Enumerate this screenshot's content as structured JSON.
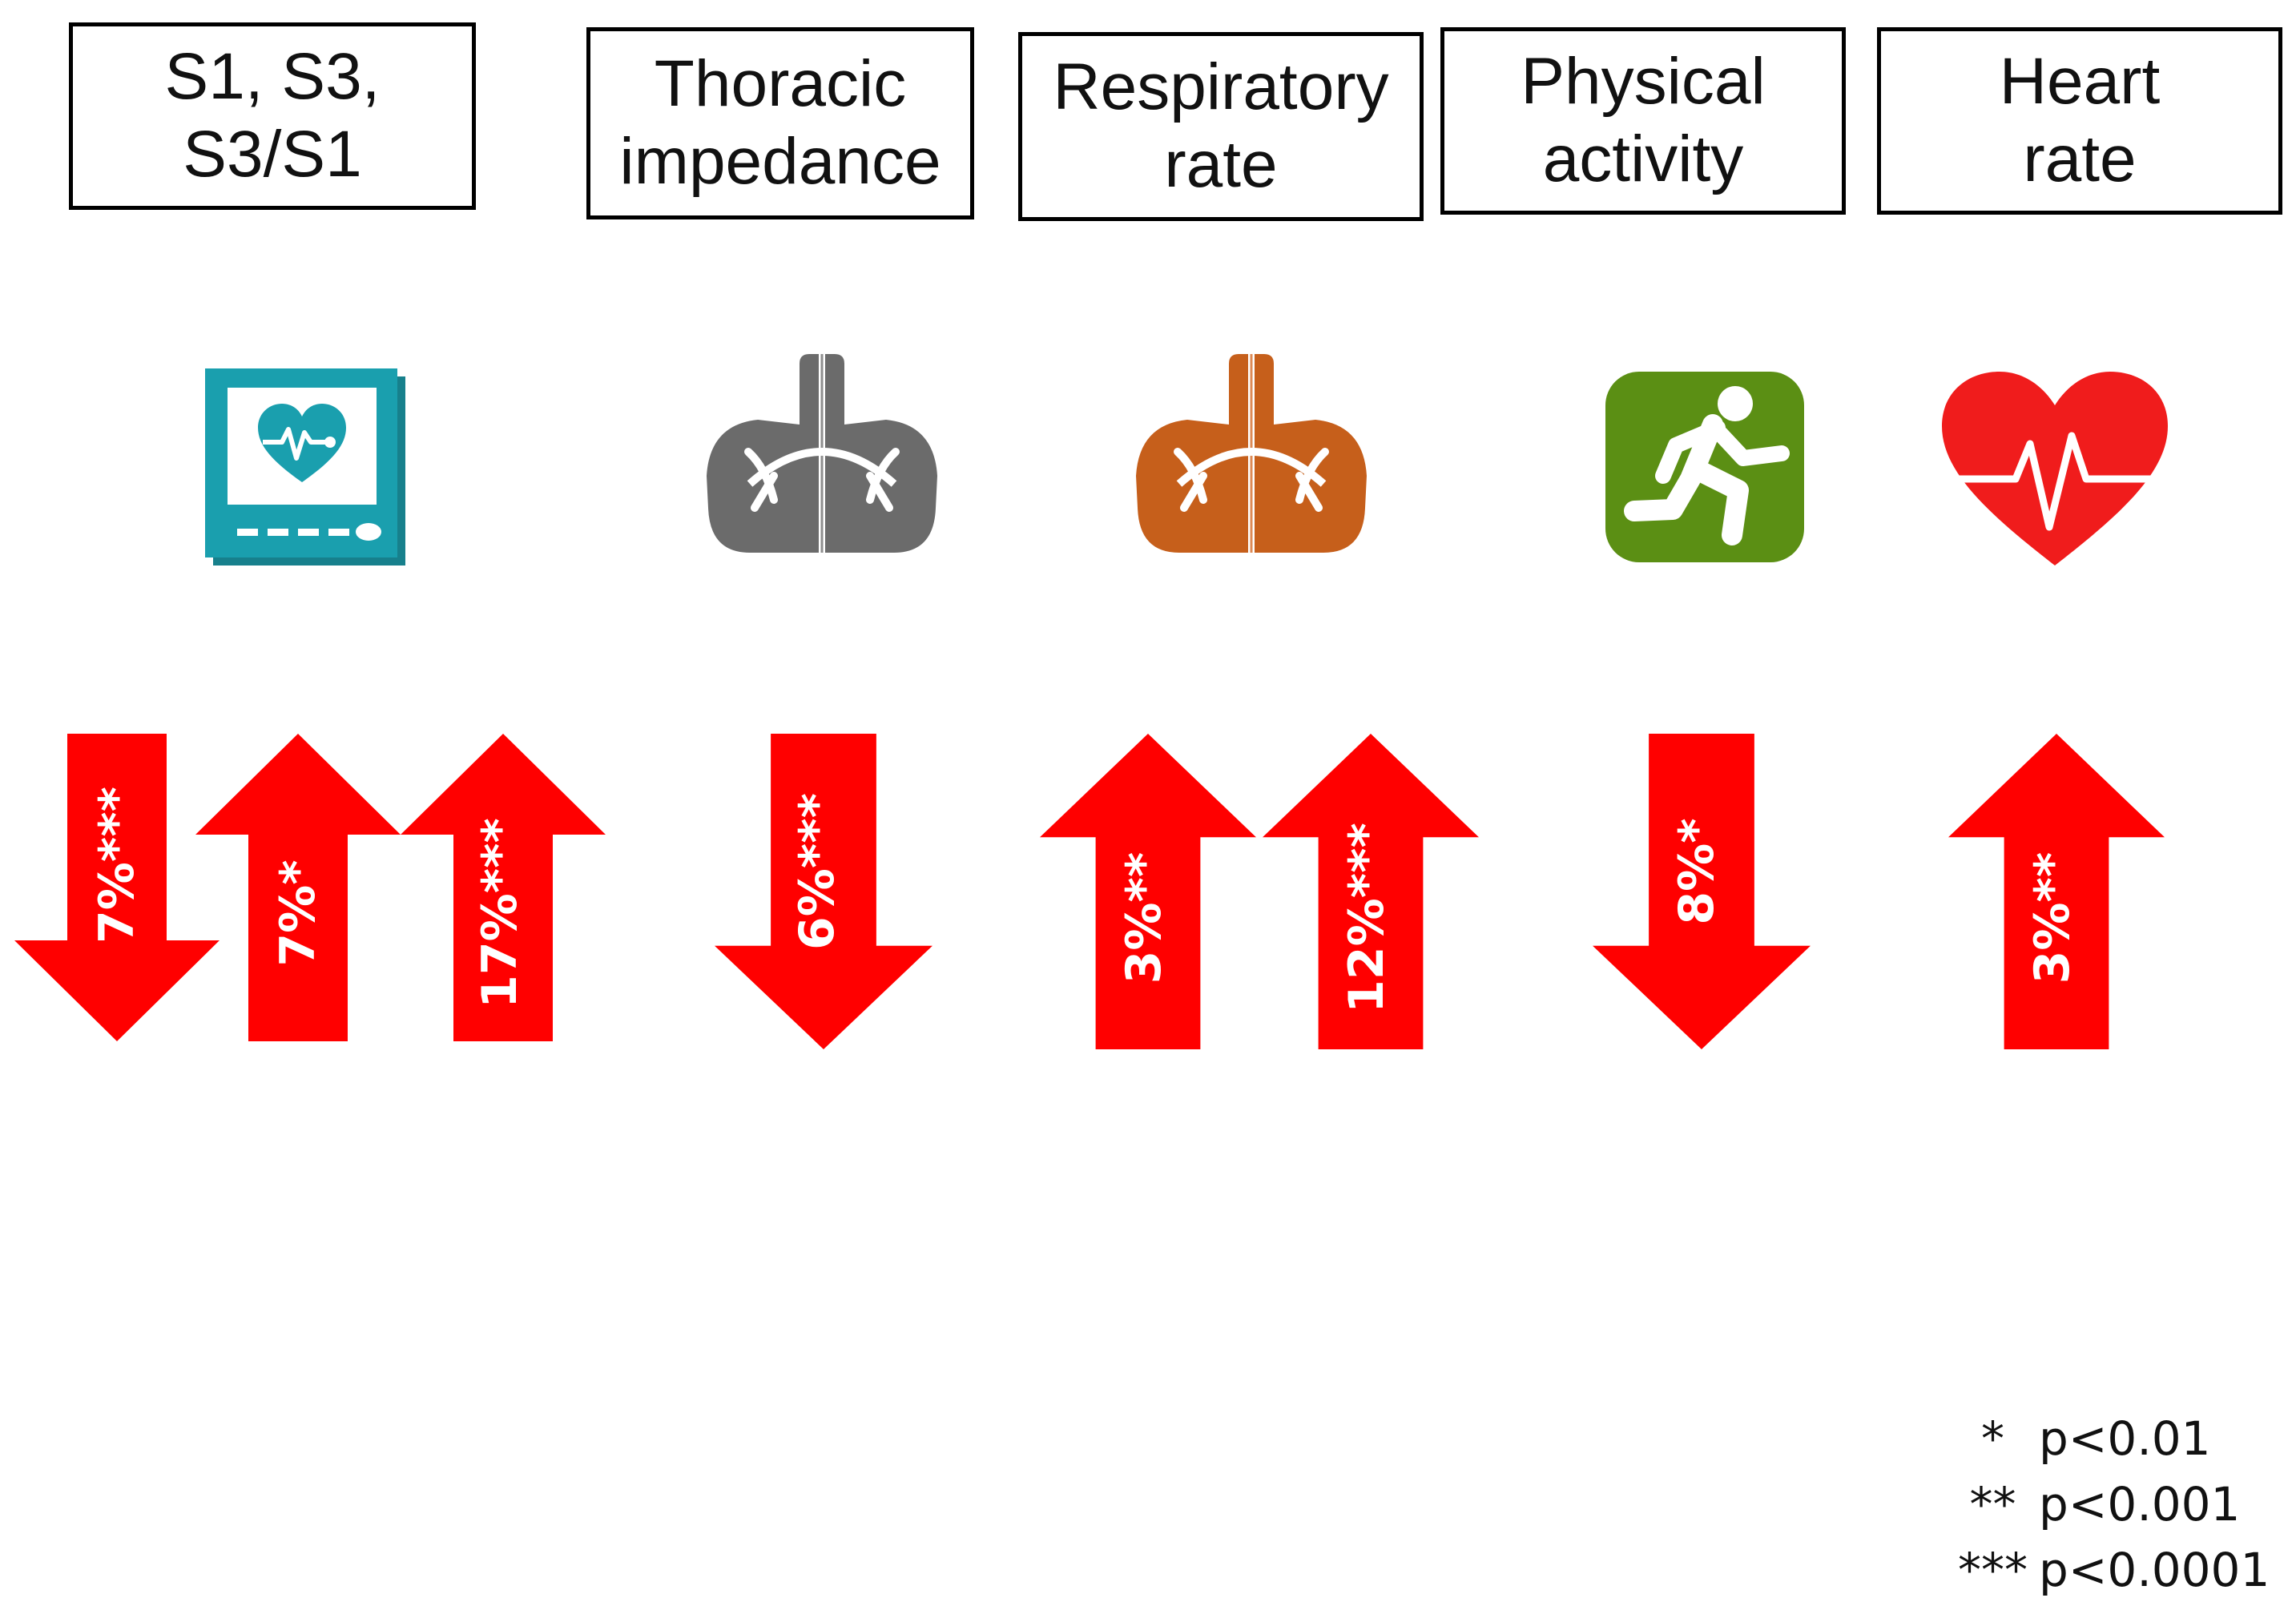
{
  "headers": [
    {
      "lines": [
        "S1, S3,",
        "S3/S1"
      ]
    },
    {
      "lines": [
        "Thoracic",
        "impedance"
      ]
    },
    {
      "lines": [
        "Respiratory",
        "rate"
      ]
    },
    {
      "lines": [
        "Physical",
        "activity"
      ]
    },
    {
      "lines": [
        "Heart",
        "rate"
      ]
    }
  ],
  "icons": {
    "heart_sounds": {
      "name": "heart-monitor-icon",
      "color": "#1a9fae"
    },
    "thoracic": {
      "name": "lungs-icon",
      "color": "#6b6b6b"
    },
    "respiratory": {
      "name": "lungs-icon",
      "color": "#c65f1b"
    },
    "activity": {
      "name": "running-person-icon",
      "color": "#5b8f14"
    },
    "heart_rate": {
      "name": "heart-pulse-icon",
      "color": "#f01c1c"
    }
  },
  "arrows": [
    {
      "label": "7%***",
      "direction": "down",
      "color": "#ff0000"
    },
    {
      "label": "7%*",
      "direction": "up",
      "color": "#ff0000"
    },
    {
      "label": "17%***",
      "direction": "up",
      "color": "#ff0000"
    },
    {
      "label": "6%***",
      "direction": "down",
      "color": "#ff0000"
    },
    {
      "label": "3%**",
      "direction": "up",
      "color": "#ff0000"
    },
    {
      "label": "12%***",
      "direction": "up",
      "color": "#ff0000"
    },
    {
      "label": "8%*",
      "direction": "down",
      "color": "#ff0000"
    },
    {
      "label": "3%**",
      "direction": "up",
      "color": "#ff0000"
    }
  ],
  "legend": [
    {
      "mark": "*",
      "text": "p<0.01"
    },
    {
      "mark": "**",
      "text": "p<0.001"
    },
    {
      "mark": "***",
      "text": "p<0.0001"
    }
  ]
}
